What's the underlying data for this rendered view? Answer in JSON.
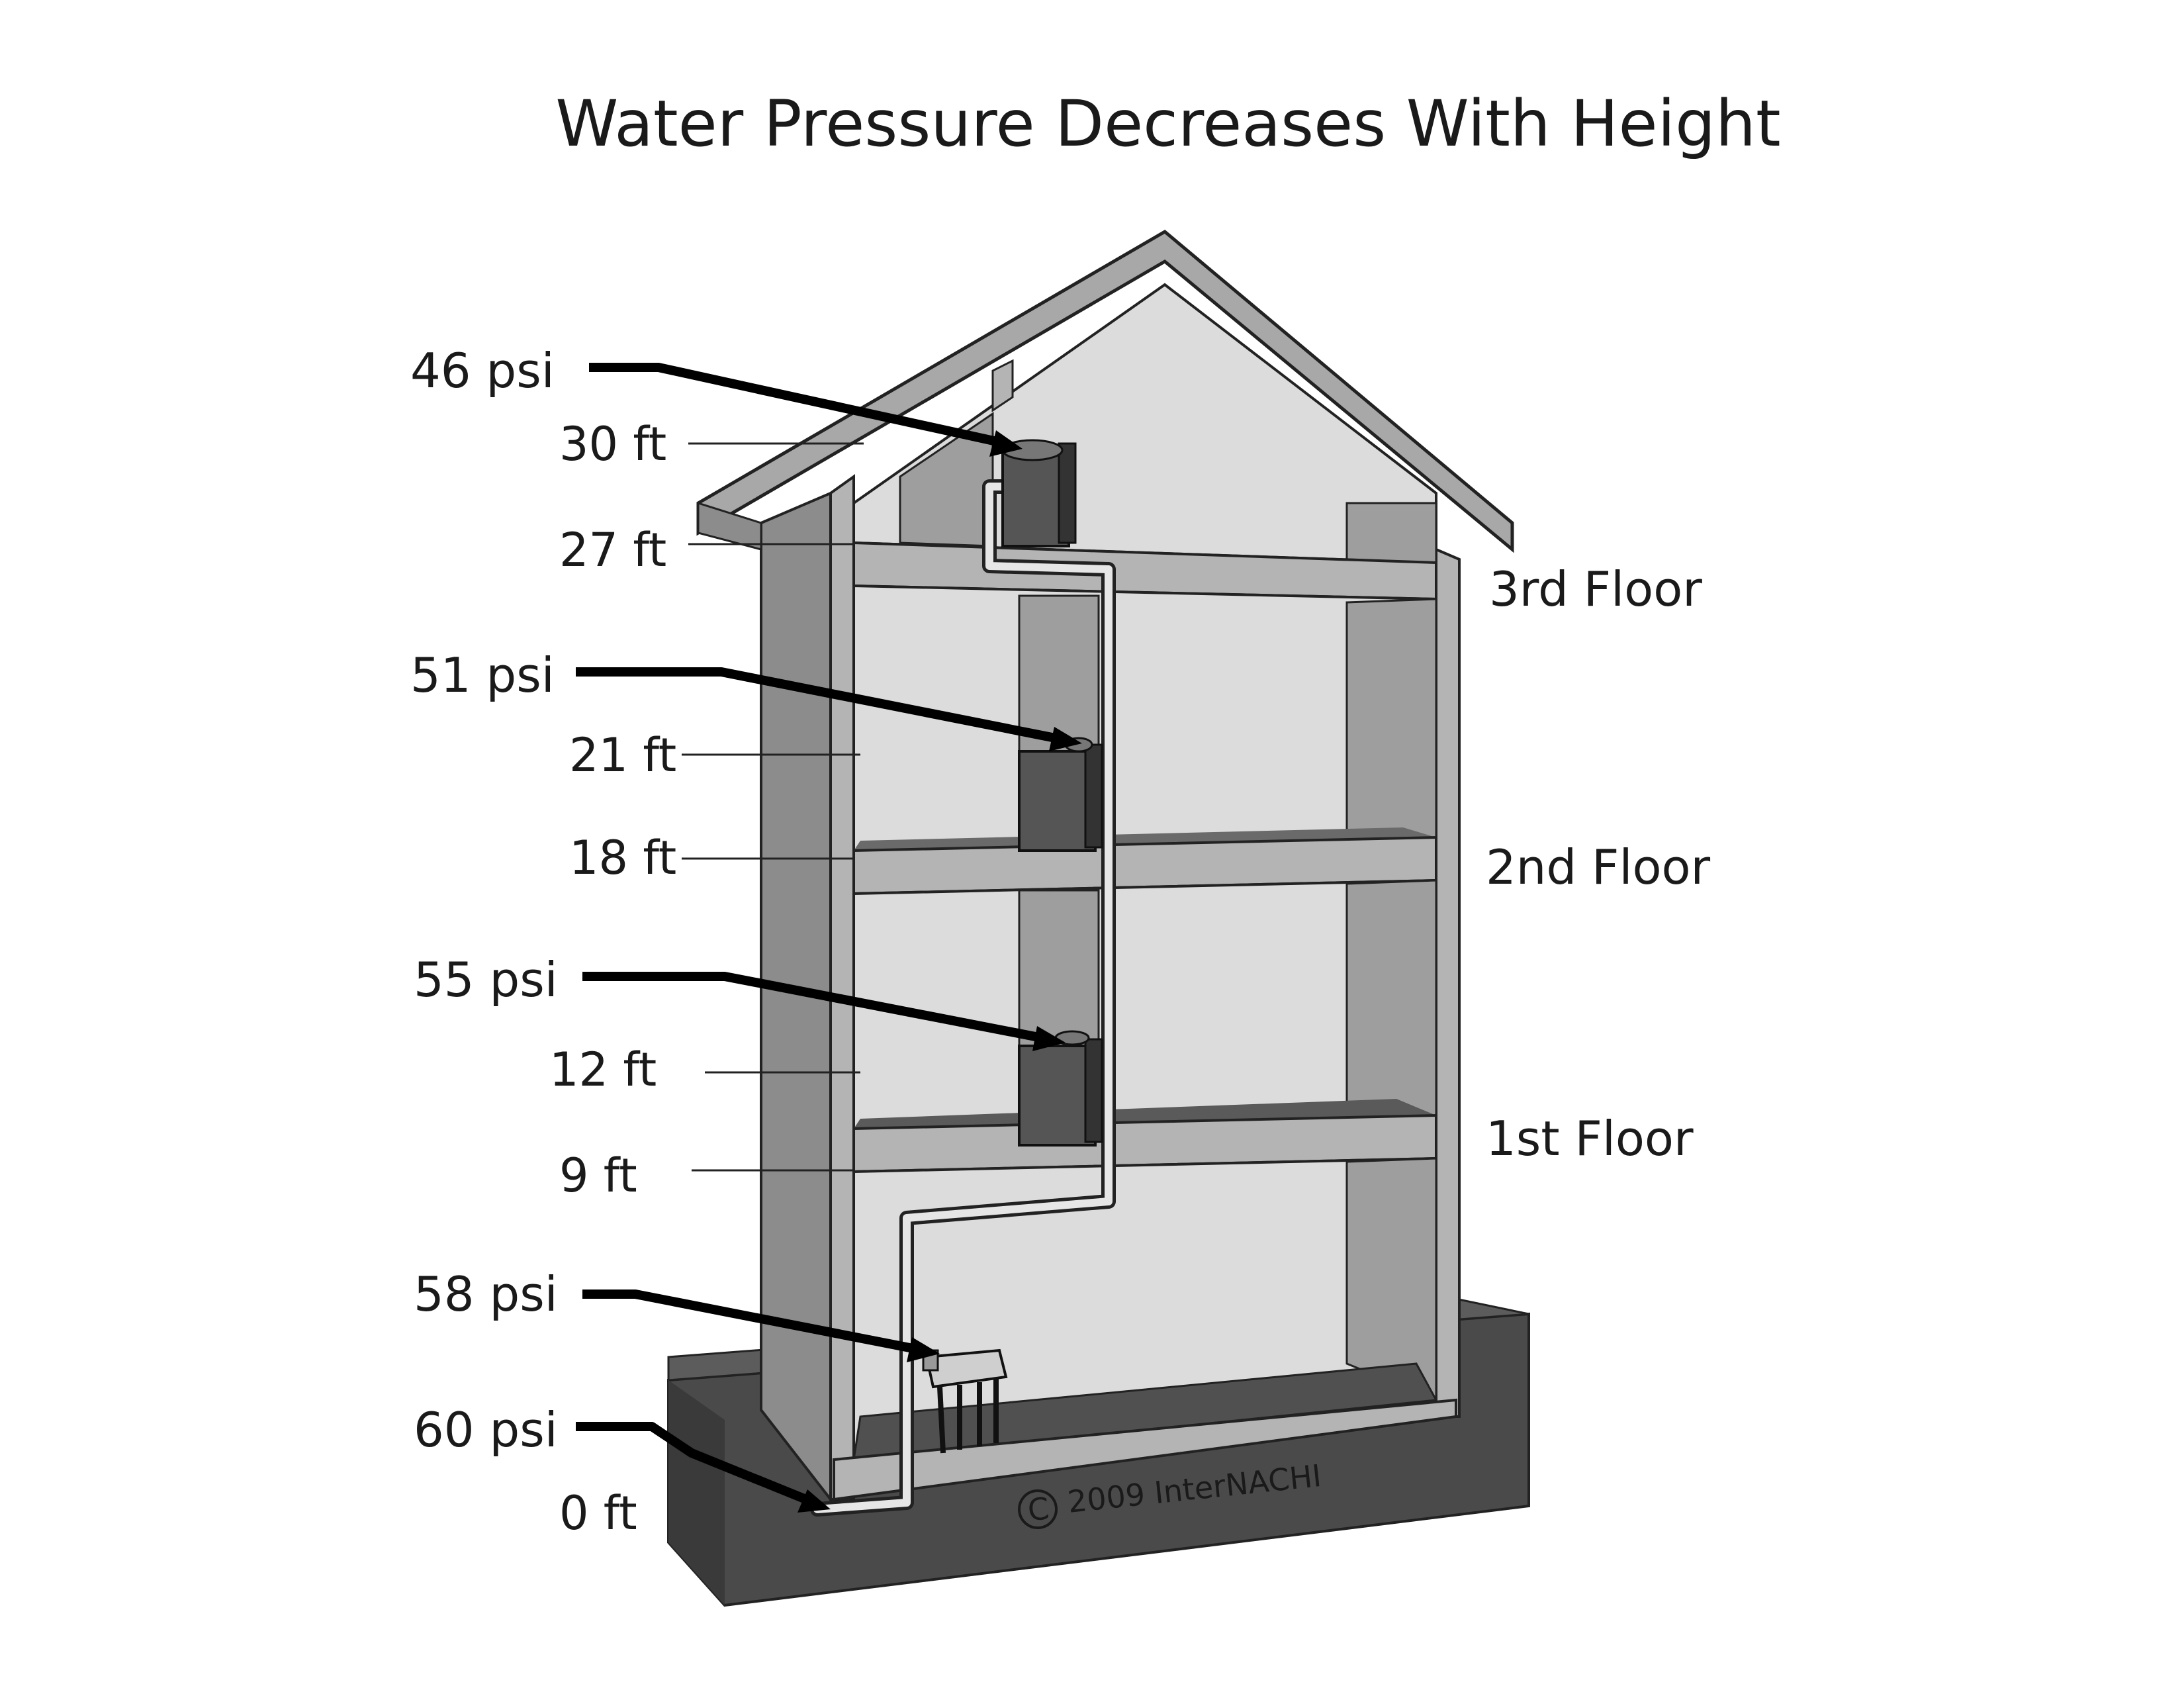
{
  "title": "Water Pressure Decreases With Height",
  "pressure_labels": [
    {
      "id": "psi-46",
      "text": "46 psi"
    },
    {
      "id": "psi-51",
      "text": "51 psi"
    },
    {
      "id": "psi-55",
      "text": "55 psi"
    },
    {
      "id": "psi-58",
      "text": "58 psi"
    },
    {
      "id": "psi-60",
      "text": "60 psi"
    }
  ],
  "height_labels": [
    {
      "id": "ft-30",
      "text": "30 ft"
    },
    {
      "id": "ft-27",
      "text": "27 ft"
    },
    {
      "id": "ft-21",
      "text": "21 ft"
    },
    {
      "id": "ft-18",
      "text": "18 ft"
    },
    {
      "id": "ft-12",
      "text": "12 ft"
    },
    {
      "id": "ft-9",
      "text": "9 ft"
    },
    {
      "id": "ft-0",
      "text": "0 ft"
    }
  ],
  "floor_labels": {
    "third": "3rd Floor",
    "second": "2nd Floor",
    "first": "1st Floor"
  },
  "copyright": {
    "symbol": "C",
    "text": "2009  InterNACHI"
  },
  "colors": {
    "wall": "#b4b4b4",
    "interior": "#dcdcdc",
    "shade": "#8c8c8c",
    "floor_dark": "#505050",
    "foundation": "#4a4a4a",
    "fixture": "#555555",
    "pipe": "#e6e6e6",
    "arrow": "#000000"
  }
}
